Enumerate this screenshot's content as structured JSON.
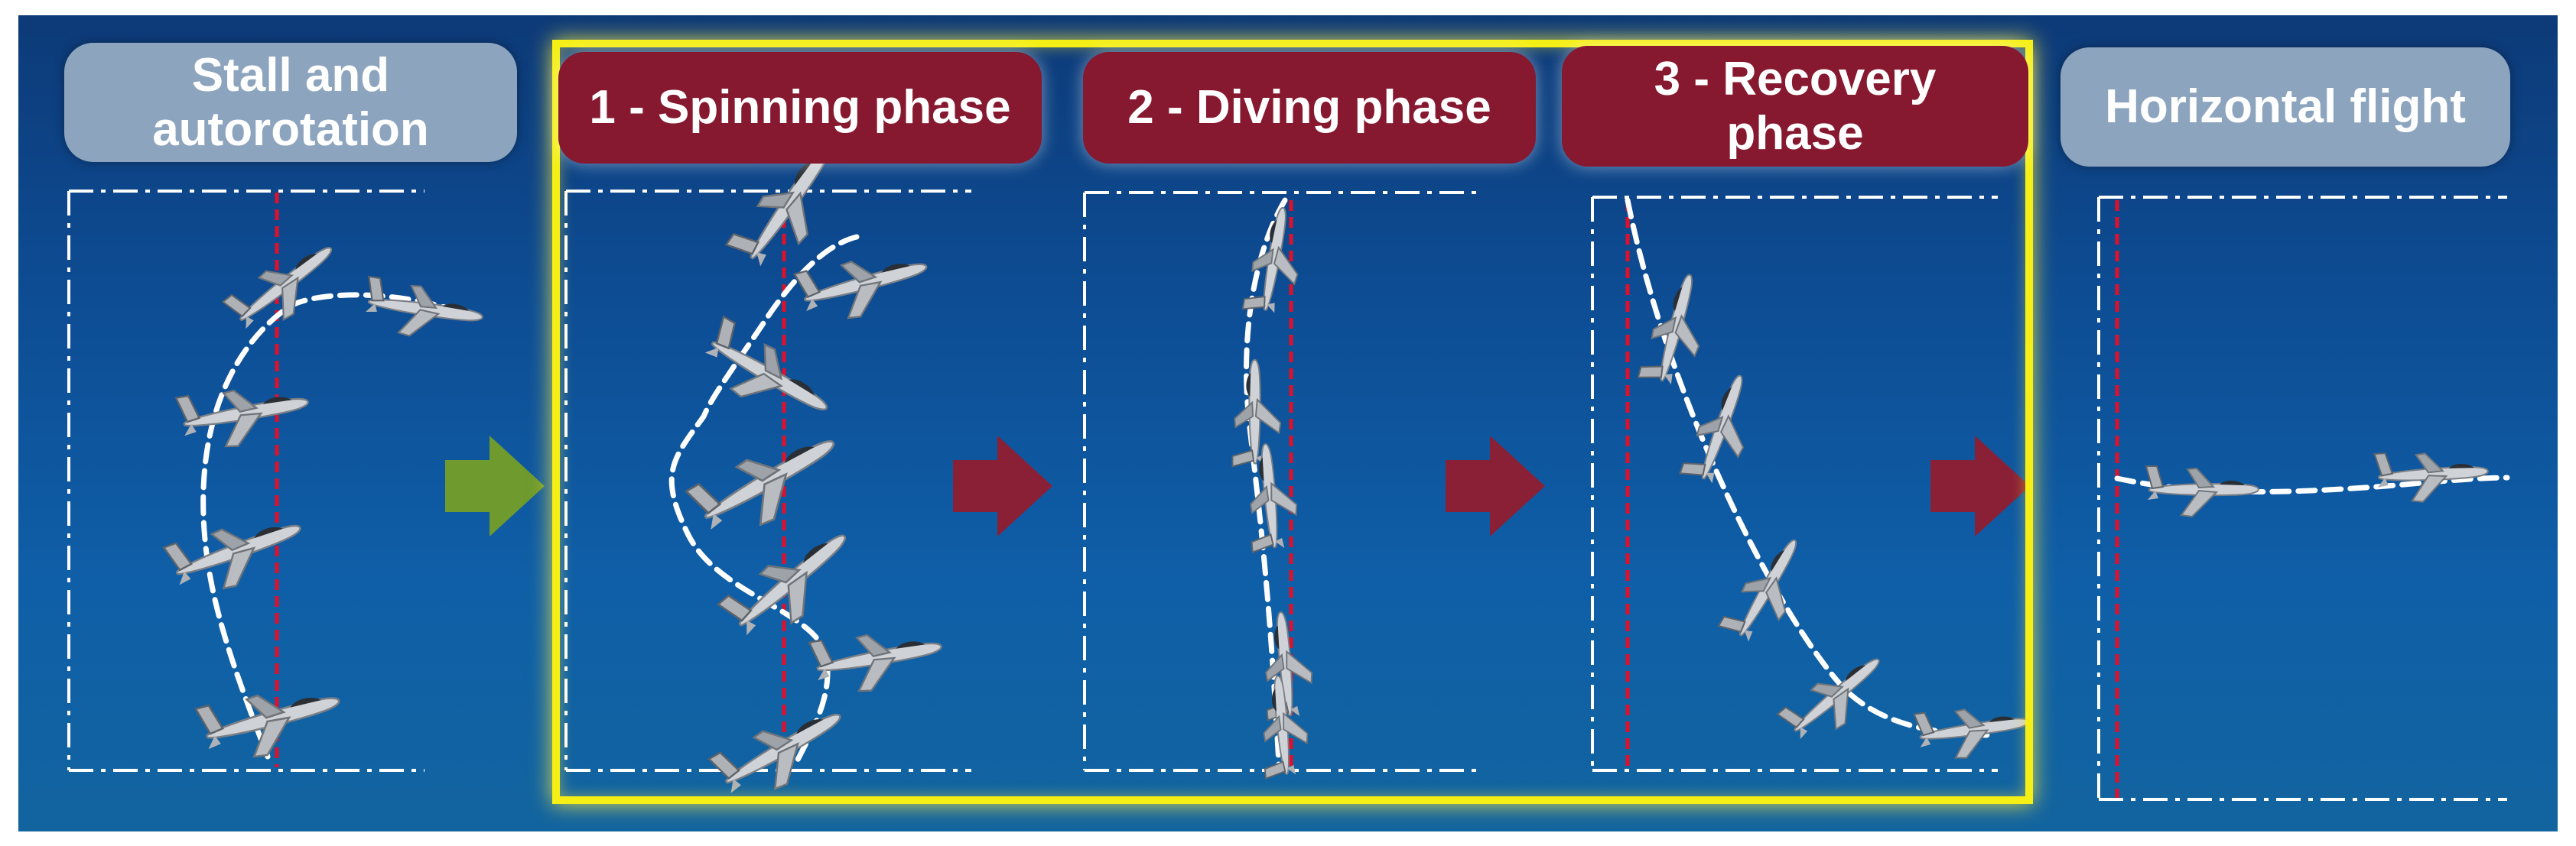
{
  "phases": [
    {
      "id": "stall",
      "label": "Stall and\nautorotation",
      "style": "grey"
    },
    {
      "id": "spinning",
      "label": "1 - Spinning phase",
      "style": "red"
    },
    {
      "id": "diving",
      "label": "2 - Diving phase",
      "style": "red"
    },
    {
      "id": "recovery",
      "label": "3 - Recovery\nphase",
      "style": "red"
    },
    {
      "id": "horizontal",
      "label": "Horizontal flight",
      "style": "grey"
    }
  ],
  "colors": {
    "background_top": "#0d3a78",
    "background_bottom": "#12649f",
    "label_grey": "#8ca4be",
    "label_red": "#86192f",
    "arrow_green": "#6e9a2e",
    "arrow_red": "#8a2036",
    "highlight_frame": "#f5ef16",
    "vertical_reference": "#e0102a",
    "trajectory": "#ffffff",
    "aircraft": "#c9ccd0"
  },
  "icons": [
    "green-arrow-icon",
    "red-arrow-icon",
    "aircraft-icon"
  ]
}
